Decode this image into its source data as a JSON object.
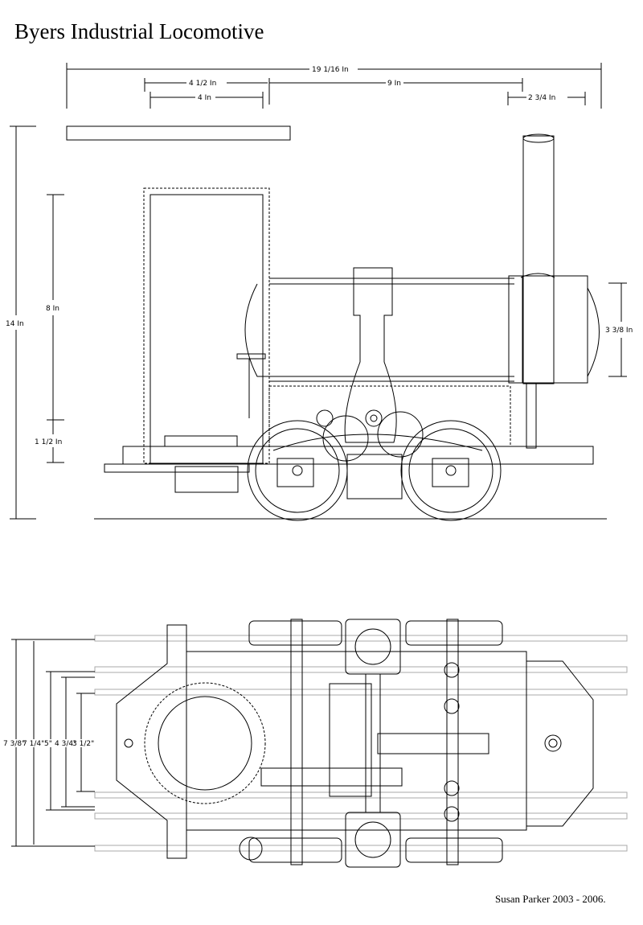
{
  "title": "Byers Industrial Locomotive",
  "credit": "Susan Parker 2003 - 2006.",
  "dimensions": {
    "overall_length": "19 1/16 In",
    "cab_width_outer": "4 1/2 In",
    "cab_width_inner": "4 In",
    "boiler_length": "9 In",
    "smokebox_length": "2 3/4 In",
    "overall_height": "14 In",
    "cab_height": "8 In",
    "frame_height": "1 1/2 In",
    "smokebox_height": "3 3/8 In",
    "plan_widths": [
      "7 3/8\"",
      "7 1/4\"",
      "5\"",
      "4 3/4\"",
      "3 1/2\""
    ]
  }
}
